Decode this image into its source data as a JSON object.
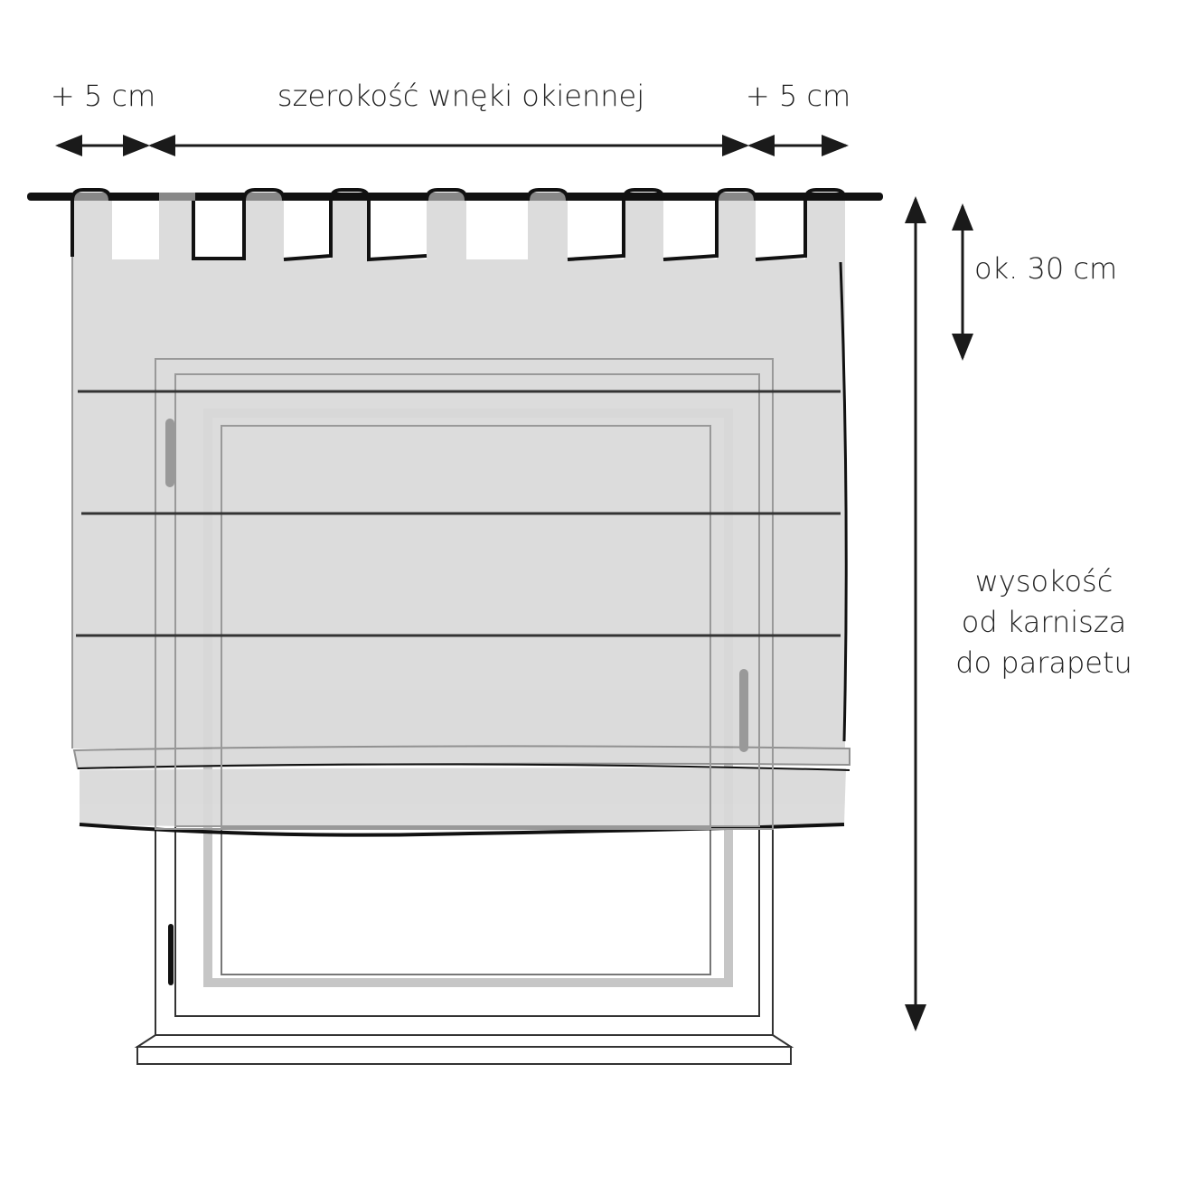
{
  "labels": {
    "left_margin": "+ 5 cm",
    "recess_width": "szerokość wnęki okiennej",
    "right_margin": "+ 5 cm",
    "tab_height": "ok. 30 cm",
    "height_line1": "wysokość",
    "height_line2": "od karnisza",
    "height_line3": "do parapetu"
  },
  "colors": {
    "fabric": "#d9d9d9",
    "line": "#1a1a1a",
    "sash": "#c6c6c6"
  }
}
